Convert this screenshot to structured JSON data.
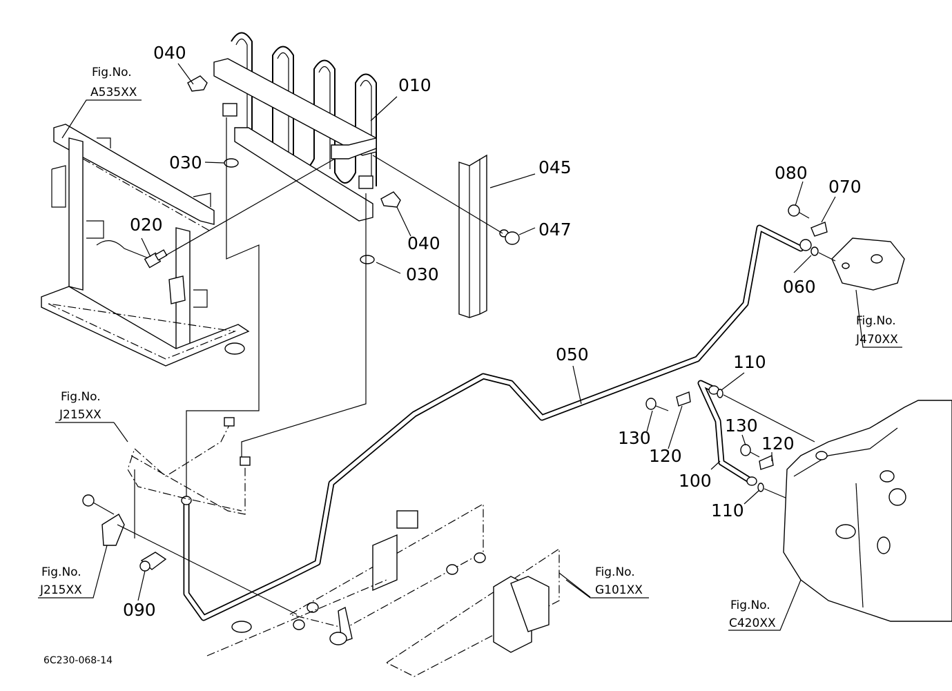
{
  "diagram": {
    "type": "exploded-parts-diagram",
    "drawing_id": "6C230-068-14",
    "part_labels": [
      {
        "id": "p010",
        "text": "010"
      },
      {
        "id": "p020",
        "text": "020"
      },
      {
        "id": "p030a",
        "text": "030"
      },
      {
        "id": "p030b",
        "text": "030"
      },
      {
        "id": "p040a",
        "text": "040"
      },
      {
        "id": "p040b",
        "text": "040"
      },
      {
        "id": "p045",
        "text": "045"
      },
      {
        "id": "p047",
        "text": "047"
      },
      {
        "id": "p050",
        "text": "050"
      },
      {
        "id": "p060",
        "text": "060"
      },
      {
        "id": "p070",
        "text": "070"
      },
      {
        "id": "p080",
        "text": "080"
      },
      {
        "id": "p090",
        "text": "090"
      },
      {
        "id": "p100",
        "text": "100"
      },
      {
        "id": "p110a",
        "text": "110"
      },
      {
        "id": "p110b",
        "text": "110"
      },
      {
        "id": "p120a",
        "text": "120"
      },
      {
        "id": "p120b",
        "text": "120"
      },
      {
        "id": "p130a",
        "text": "130"
      },
      {
        "id": "p130b",
        "text": "130"
      }
    ],
    "figure_refs": [
      {
        "id": "figA535",
        "prefix": "Fig.No.",
        "code": "A535XX"
      },
      {
        "id": "figJ470",
        "prefix": "Fig.No.",
        "code": "J470XX"
      },
      {
        "id": "figJ215a",
        "prefix": "Fig.No.",
        "code": "J215XX"
      },
      {
        "id": "figJ215b",
        "prefix": "Fig.No.",
        "code": "J215XX"
      },
      {
        "id": "figG101",
        "prefix": "Fig.No.",
        "code": "G101XX"
      },
      {
        "id": "figC420",
        "prefix": "Fig.No.",
        "code": "C420XX"
      }
    ]
  }
}
